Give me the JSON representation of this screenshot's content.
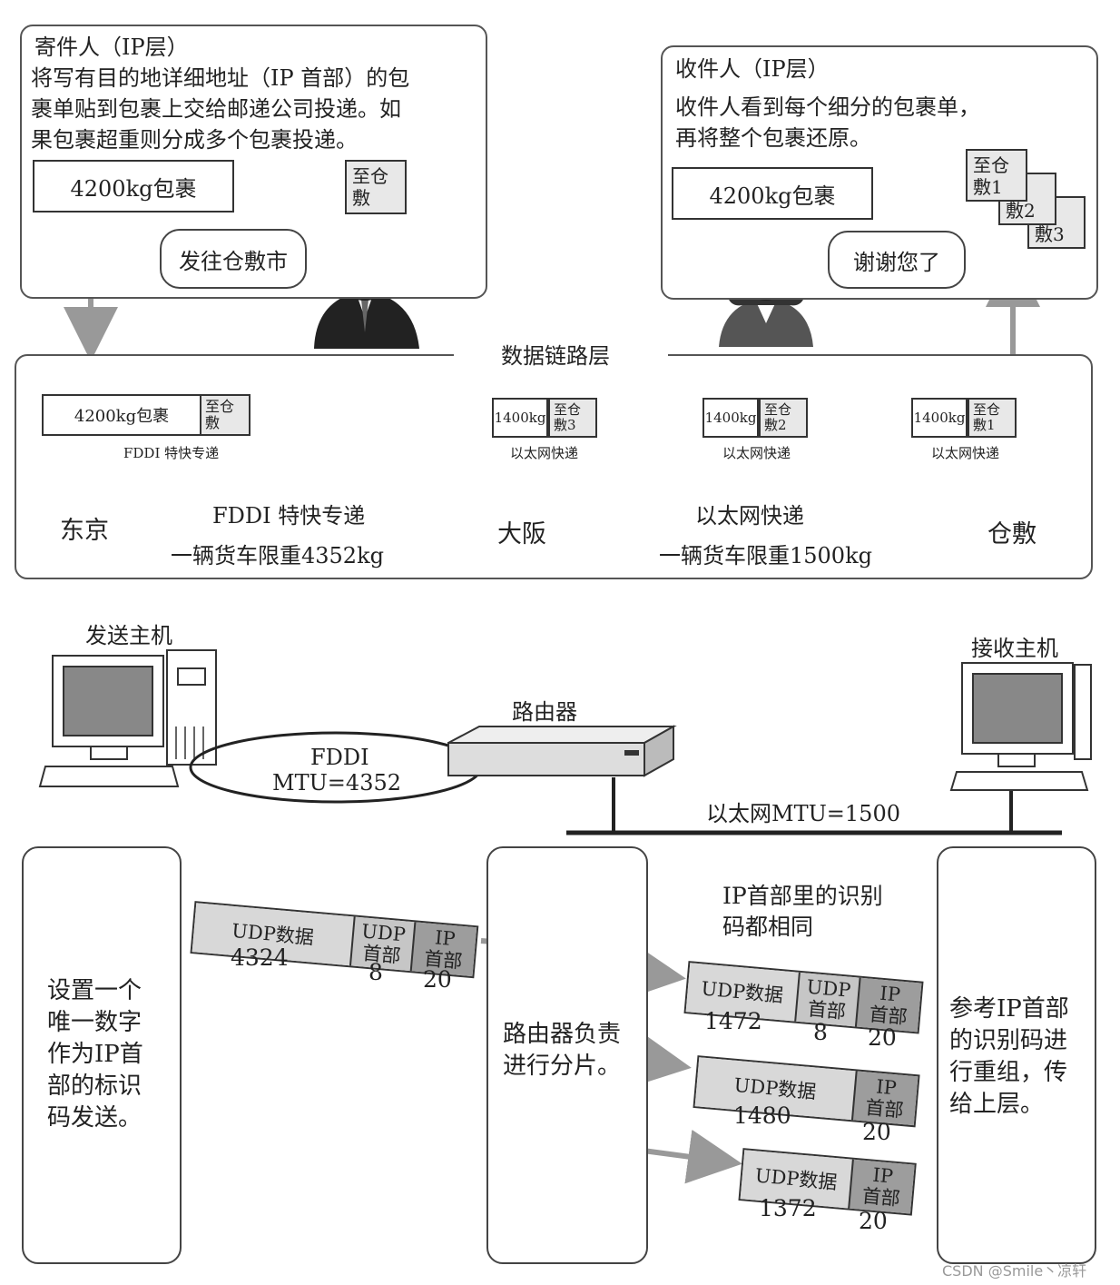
{
  "sender": {
    "title": "寄件人（IP层）",
    "desc_lines": [
      "将写有目的地详细地址（IP 首部）的包",
      "裹单贴到包裹上交给邮递公司投递。如",
      "果包裹超重则分成多个包裹投递。"
    ],
    "parcel": "4200kg包裹",
    "label": "至仓\n敷",
    "speech": "发往仓敷市"
  },
  "receiver": {
    "title": "收件人（IP层）",
    "desc_lines": [
      "收件人看到每个细分的包裹单，",
      "再将整个包裹还原。"
    ],
    "parcel": "4200kg包裹",
    "labels": [
      "至仓\n敷1",
      "仓\n敷2",
      "仓\n敷3"
    ],
    "speech": "谢谢您了"
  },
  "datalink": {
    "title": "数据链路层",
    "big_truck": {
      "cargo": "4200kg包裹",
      "label": "至仓\n敷",
      "side": "FDDI 特快专递"
    },
    "small_trucks": [
      {
        "cargo": "1400kg",
        "label": "至仓\n敷3",
        "side": "以太网快递"
      },
      {
        "cargo": "1400kg",
        "label": "至仓\n敷2",
        "side": "以太网快递"
      },
      {
        "cargo": "1400kg",
        "label": "至仓\n敷1",
        "side": "以太网快递"
      }
    ],
    "cities": [
      "东京",
      "大阪",
      "仓敷"
    ],
    "route1": {
      "name": "FDDI 特快专递",
      "limit": "一辆货车限重4352kg"
    },
    "route2": {
      "name": "以太网快递",
      "limit": "一辆货车限重1500kg"
    }
  },
  "network": {
    "send_host": "发送主机",
    "recv_host": "接收主机",
    "router": "路由器",
    "fddi": "FDDI",
    "fddi_mtu": "MTU=4352",
    "eth": "以太网MTU=1500"
  },
  "fragment": {
    "left_text": "设置一个\n唯一数字\n作为IP首\n部的标识\n码发送。",
    "mid_text": "路由器负责\n进行分片。",
    "right_text": "参考IP首部\n的识别码进\n行重组，传\n给上层。",
    "same_id": "IP首部里的识别\n码都相同",
    "original": {
      "data": "UDP数据",
      "udp": "UDP\n首部",
      "ip": "IP\n首部",
      "n_data": "4324",
      "n_udp": "8",
      "n_ip": "20"
    },
    "frag1": {
      "data": "UDP数据",
      "udp": "UDP\n首部",
      "ip": "IP\n首部",
      "n_data": "1472",
      "n_udp": "8",
      "n_ip": "20"
    },
    "frag2": {
      "data": "UDP数据",
      "ip": "IP\n首部",
      "n_data": "1480",
      "n_ip": "20"
    },
    "frag3": {
      "data": "UDP数据",
      "ip": "IP\n首部",
      "n_data": "1372",
      "n_ip": "20"
    }
  },
  "watermark": "CSDN @Smile丶凉轩"
}
